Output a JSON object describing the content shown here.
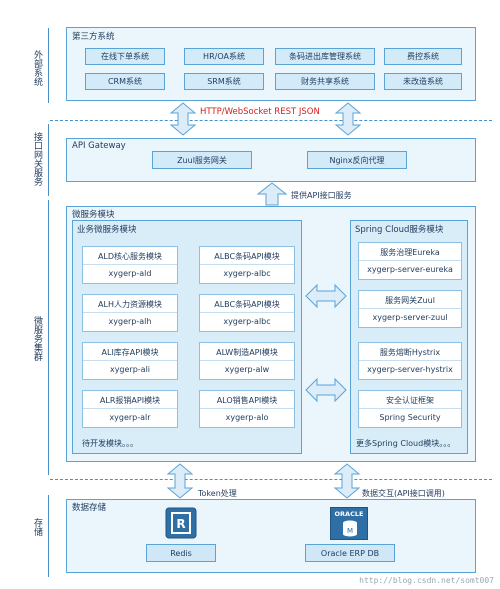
{
  "side_labels": {
    "external": "外部系统",
    "interface": "接口网关服务",
    "micro": "微服务集群",
    "storage": "存储"
  },
  "third_party": {
    "title": "第三方系统",
    "row1": [
      "在线下单系统",
      "HR/OA系统",
      "条码进出库管理系统",
      "费控系统"
    ],
    "row2": [
      "CRM系统",
      "SRM系统",
      "财务共享系统",
      "未改造系统"
    ]
  },
  "protocol_label": "HTTP/WebSocket  REST JSON",
  "gateway": {
    "title": "API Gateway",
    "zuul": "Zuul服务网关",
    "nginx": "Nginx反向代理",
    "provide_label": "提供API接口服务"
  },
  "micro": {
    "title": "微服务模块",
    "business_title": "业务微服务模块",
    "modules": [
      {
        "name": "ALD核心服务模块",
        "id": "xygerp-ald"
      },
      {
        "name": "ALBC条码API模块",
        "id": "xygerp-albc"
      },
      {
        "name": "ALH人力资源模块",
        "id": "xygerp-alh"
      },
      {
        "name": "ALBC条码API模块",
        "id": "xygerp-albc"
      },
      {
        "name": "ALI库存API模块",
        "id": "xygerp-ali"
      },
      {
        "name": "ALW制造API模块",
        "id": "xygerp-alw"
      },
      {
        "name": "ALR报销API模块",
        "id": "xygerp-alr"
      },
      {
        "name": "ALO销售API模块",
        "id": "xygerp-alo"
      }
    ],
    "pending": "待开发模块。。。",
    "spring_title": "Spring Cloud服务模块",
    "spring_modules": [
      {
        "name": "服务治理Eureka",
        "id": "xygerp-server-eureka"
      },
      {
        "name": "服务网关Zuul",
        "id": "xygerp-server-zuul"
      },
      {
        "name": "服务熔断Hystrix",
        "id": "xygerp-server-hystrix"
      },
      {
        "name": "安全认证框架",
        "id": "Spring Security"
      }
    ],
    "spring_more": "更多Spring Cloud模块。。。"
  },
  "token_label": "Token处理",
  "exchange_label": "数据交互(API接口调用)",
  "storage": {
    "title": "数据存储",
    "redis": "Redis",
    "oracle_logo": "ORACLE",
    "oracle_db": "Oracle ERP DB"
  },
  "watermark": "http://blog.csdn.net/somt007",
  "colors": {
    "border": "#5aa3d6",
    "panel": "#eaf5fc",
    "box": "#d3eaf8",
    "arrow": "#dcecf8",
    "red": "#d22020"
  }
}
